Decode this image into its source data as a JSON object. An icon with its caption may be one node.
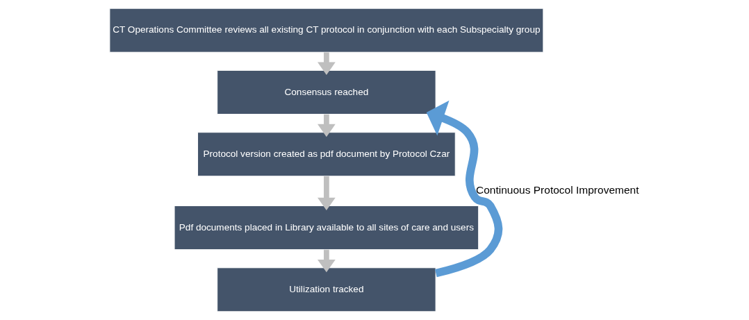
{
  "diagram": {
    "nodes": [
      {
        "text": [
          "CT Operations Committee reviews all existing CT protocol in conjunction with each Subspecialty group"
        ]
      },
      {
        "text": [
          "Consensus reached"
        ]
      },
      {
        "text": [
          "Protocol version created as pdf document by Protocol Czar"
        ]
      },
      {
        "text": [
          "Pdf documents placed in Library available to all sites of care and users"
        ]
      },
      {
        "text": [
          "Utilization tracked"
        ]
      }
    ],
    "edges": [
      {
        "from": 0,
        "to": 1,
        "arrow": "to"
      },
      {
        "from": 1,
        "to": 2,
        "arrow": "to"
      },
      {
        "from": 2,
        "to": 3,
        "arrow": "to"
      },
      {
        "from": 3,
        "to": 4,
        "arrow": "to"
      },
      {
        "from": 4,
        "to": 1,
        "arrow": "to",
        "color": "#5b9bd5",
        "label": "Continuous Protocol Improvement"
      }
    ]
  }
}
